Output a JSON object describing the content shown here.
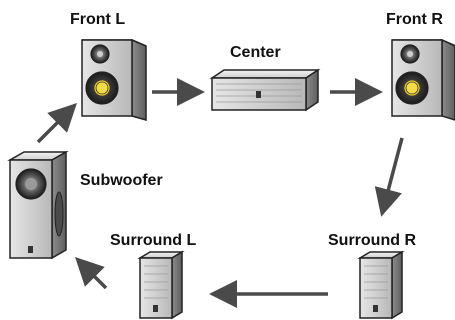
{
  "labels": {
    "front_left": "Front L",
    "front_right": "Front R",
    "center": "Center",
    "subwoofer": "Subwoofer",
    "surround_left": "Surround L",
    "surround_right": "Surround R"
  },
  "colors": {
    "line": "#222222",
    "box_light": "#d8d8d8",
    "box_mid": "#a9a9a9",
    "box_dark": "#6e6e6e",
    "cone_center": "#f2d22c",
    "arrow": "#4a4a4a"
  },
  "connection_order": [
    "subwoofer",
    "front_left",
    "center",
    "front_right",
    "surround_right",
    "surround_left",
    "subwoofer"
  ]
}
